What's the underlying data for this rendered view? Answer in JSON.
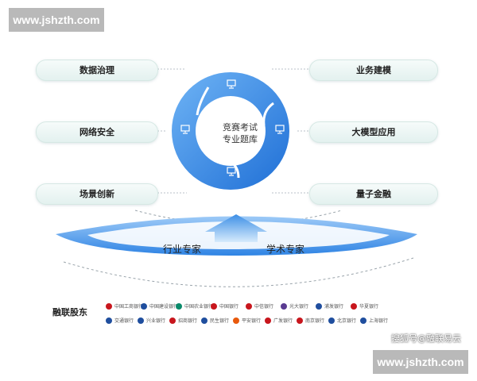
{
  "watermark_top": "www.jshzth.com",
  "watermark_bottom": "www.jshzth.com",
  "left_items": [
    "数据治理",
    "网络安全",
    "场景创新"
  ],
  "right_items": [
    "业务建模",
    "大模型应用",
    "量子金融"
  ],
  "center": {
    "line1": "竞赛考试",
    "line2": "专业题库"
  },
  "experts": {
    "left": "行业专家",
    "right": "学术专家"
  },
  "shareholders": {
    "title": "融联股东",
    "row1": [
      {
        "name": "中国工商银行",
        "icon": "icbc-logo",
        "color": "#c8161d"
      },
      {
        "name": "中国建设银行",
        "icon": "ccb-logo",
        "color": "#1f4e9e"
      },
      {
        "name": "中国农业银行",
        "icon": "abc-logo",
        "color": "#0a8a6a"
      },
      {
        "name": "中国银行",
        "icon": "boc-logo",
        "color": "#c8161d"
      },
      {
        "name": "中信银行",
        "icon": "citic-logo",
        "color": "#c8161d"
      },
      {
        "name": "光大银行",
        "icon": "ceb-logo",
        "color": "#5a3b91"
      },
      {
        "name": "浦发银行",
        "icon": "spdb-logo",
        "color": "#1f4e9e"
      },
      {
        "name": "华夏银行",
        "icon": "hxb-logo",
        "color": "#c8161d"
      }
    ],
    "row2": [
      {
        "name": "交通银行",
        "icon": "bocom-logo",
        "color": "#1f4e9e"
      },
      {
        "name": "兴业银行",
        "icon": "cib-logo",
        "color": "#1f4e9e"
      },
      {
        "name": "招商银行",
        "icon": "cmb-logo",
        "color": "#c8161d"
      },
      {
        "name": "民生银行",
        "icon": "cmbc-logo",
        "color": "#1f4e9e"
      },
      {
        "name": "平安银行",
        "icon": "pab-logo",
        "color": "#e8590c"
      },
      {
        "name": "广发银行",
        "icon": "cgb-logo",
        "color": "#c8161d"
      },
      {
        "name": "南京银行",
        "icon": "njcb-logo",
        "color": "#c8161d"
      },
      {
        "name": "北京银行",
        "icon": "bob-logo",
        "color": "#1f4e9e"
      },
      {
        "name": "上海银行",
        "icon": "bosc-logo",
        "color": "#1f4e9e"
      }
    ]
  },
  "credit": "搜狐号@融联易云",
  "colors": {
    "ring": "#2b7de0",
    "ring_light": "#5ea8f0",
    "pill": "#e3f1ef",
    "arc": "#3a8ee8"
  }
}
